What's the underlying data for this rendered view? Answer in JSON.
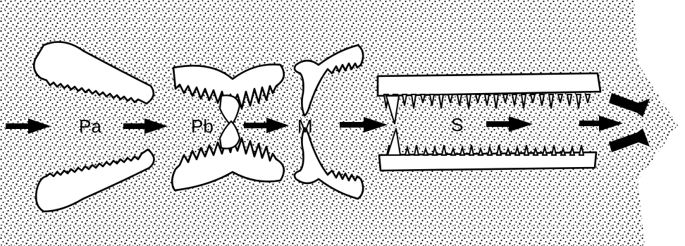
{
  "labels": {
    "pa": "Pa",
    "pb": "Pb",
    "m": "M",
    "s": "S"
  },
  "colors": {
    "ink": "#000000",
    "paper": "#ffffff"
  },
  "icons": {
    "flow_arrow": "arrow-right-icon",
    "stipple": "sediment-stipple-pattern"
  }
}
